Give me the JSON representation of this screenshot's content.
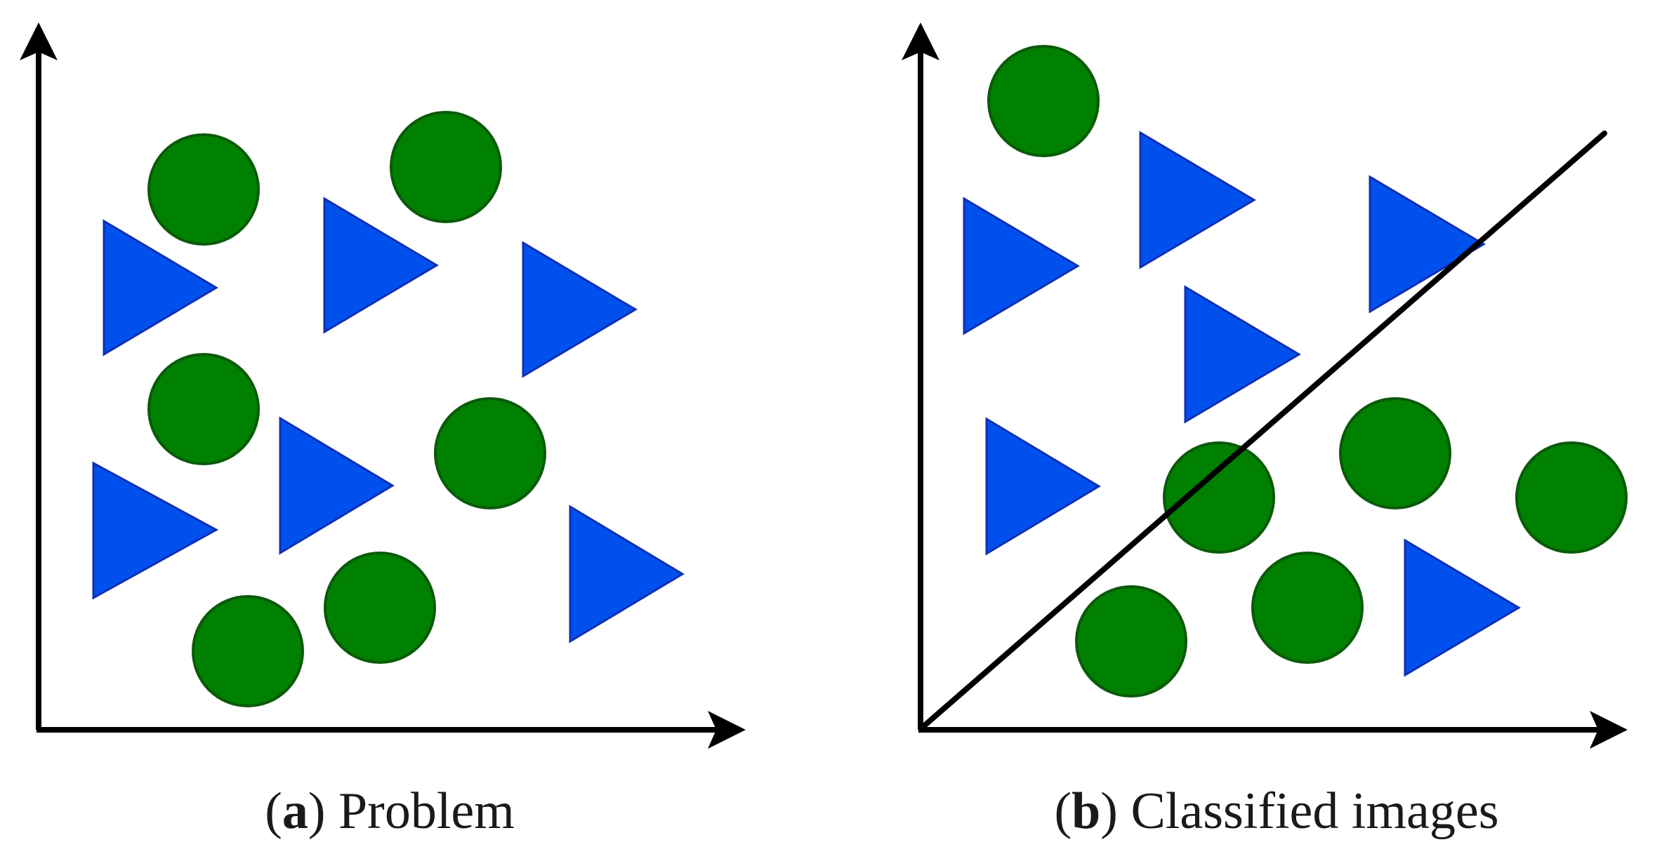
{
  "colors": {
    "circle_class": "#008000",
    "triangle_class": "#0050ee",
    "axes": "#000000"
  },
  "panels": [
    {
      "id": "a",
      "caption_letter": "a",
      "caption_text": "Problem"
    },
    {
      "id": "b",
      "caption_letter": "b",
      "caption_text": "Classified images"
    }
  ]
}
